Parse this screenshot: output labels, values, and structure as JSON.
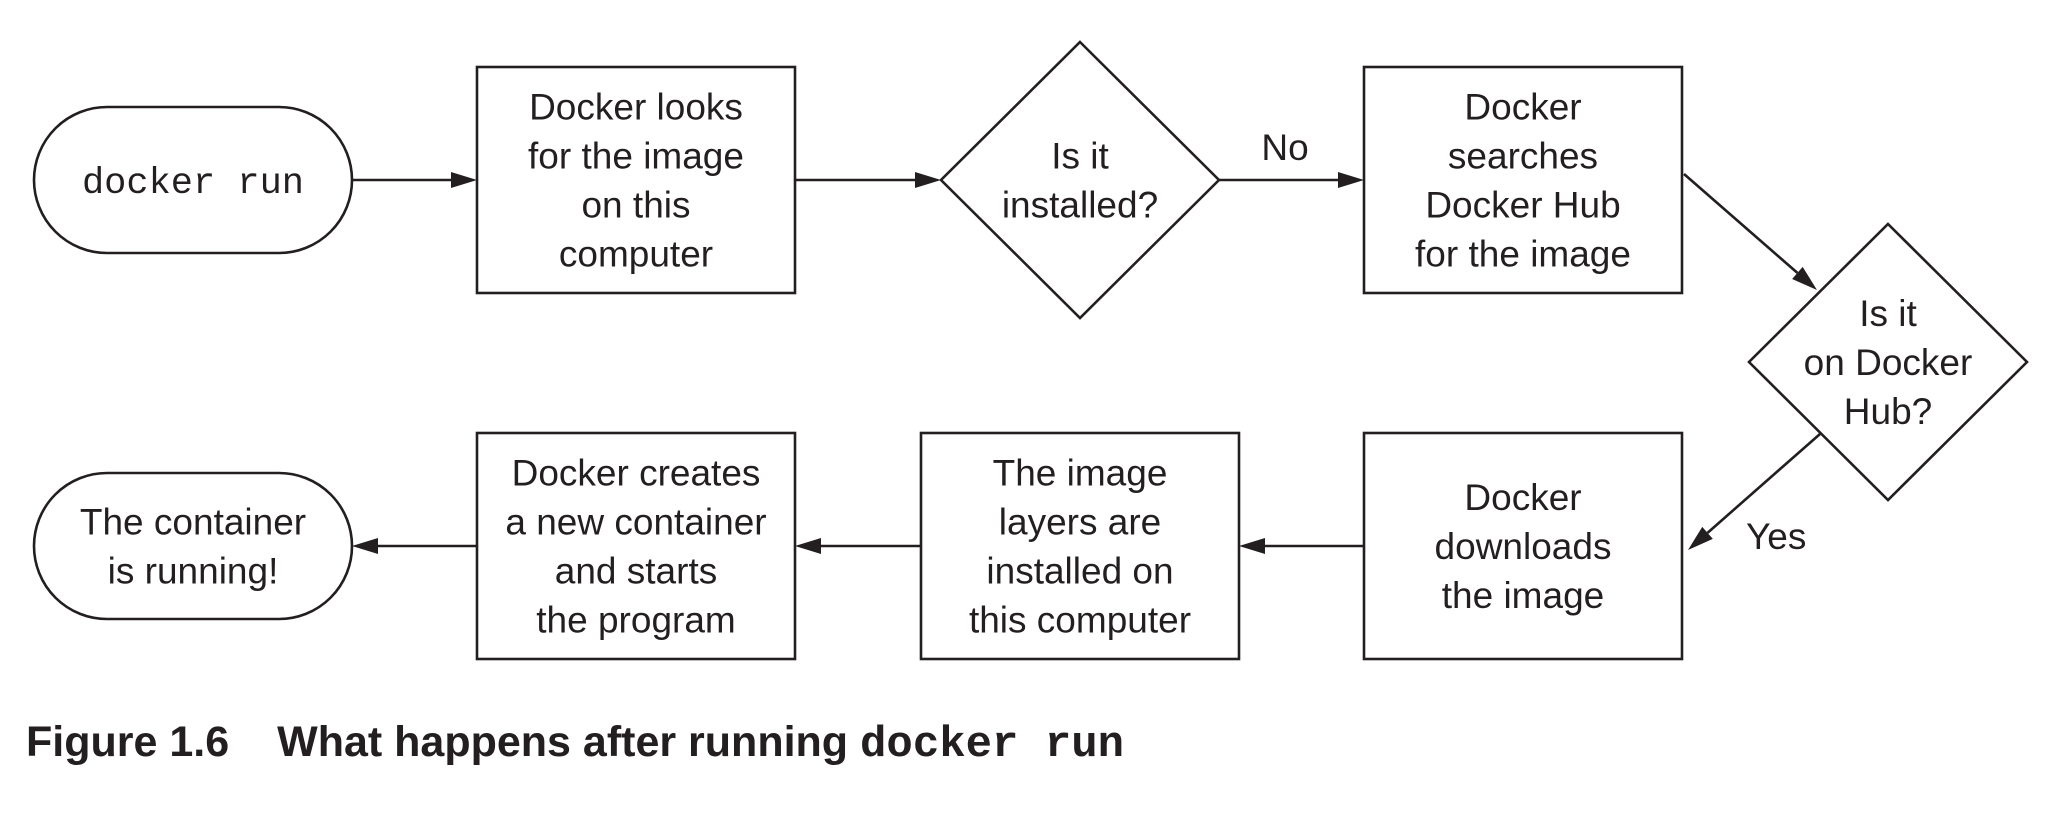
{
  "nodes": [
    {
      "id": "start",
      "shape": "terminal",
      "lines": [
        "docker run"
      ],
      "mono": true
    },
    {
      "id": "look-local",
      "shape": "process",
      "lines": [
        "Docker looks",
        "for the image",
        "on this",
        "computer"
      ]
    },
    {
      "id": "installed-decision",
      "shape": "decision",
      "lines": [
        "Is it",
        "installed?"
      ]
    },
    {
      "id": "search-hub",
      "shape": "process",
      "lines": [
        "Docker",
        "searches",
        "Docker Hub",
        "for the image"
      ]
    },
    {
      "id": "on-hub-decision",
      "shape": "decision",
      "lines": [
        "Is it",
        "on Docker",
        "Hub?"
      ]
    },
    {
      "id": "download",
      "shape": "process",
      "lines": [
        "Docker",
        "downloads",
        "the image"
      ]
    },
    {
      "id": "layers-installed",
      "shape": "process",
      "lines": [
        "The image",
        "layers are",
        "installed on",
        "this computer"
      ]
    },
    {
      "id": "create-container",
      "shape": "process",
      "lines": [
        "Docker creates",
        "a new container",
        "and starts",
        "the program"
      ]
    },
    {
      "id": "end",
      "shape": "terminal",
      "lines": [
        "The container",
        "is running!"
      ],
      "mono": false
    }
  ],
  "edges": [
    {
      "from": "start",
      "to": "look-local",
      "label": ""
    },
    {
      "from": "look-local",
      "to": "installed-decision",
      "label": ""
    },
    {
      "from": "installed-decision",
      "to": "search-hub",
      "label": "No"
    },
    {
      "from": "search-hub",
      "to": "on-hub-decision",
      "label": ""
    },
    {
      "from": "on-hub-decision",
      "to": "download",
      "label": "Yes"
    },
    {
      "from": "download",
      "to": "layers-installed",
      "label": ""
    },
    {
      "from": "layers-installed",
      "to": "create-container",
      "label": ""
    },
    {
      "from": "create-container",
      "to": "end",
      "label": ""
    }
  ],
  "caption": {
    "number": "Figure 1.6",
    "text": "What happens after running ",
    "code": "docker run"
  },
  "colors": {
    "ink": "#231f20",
    "background": "#ffffff"
  }
}
